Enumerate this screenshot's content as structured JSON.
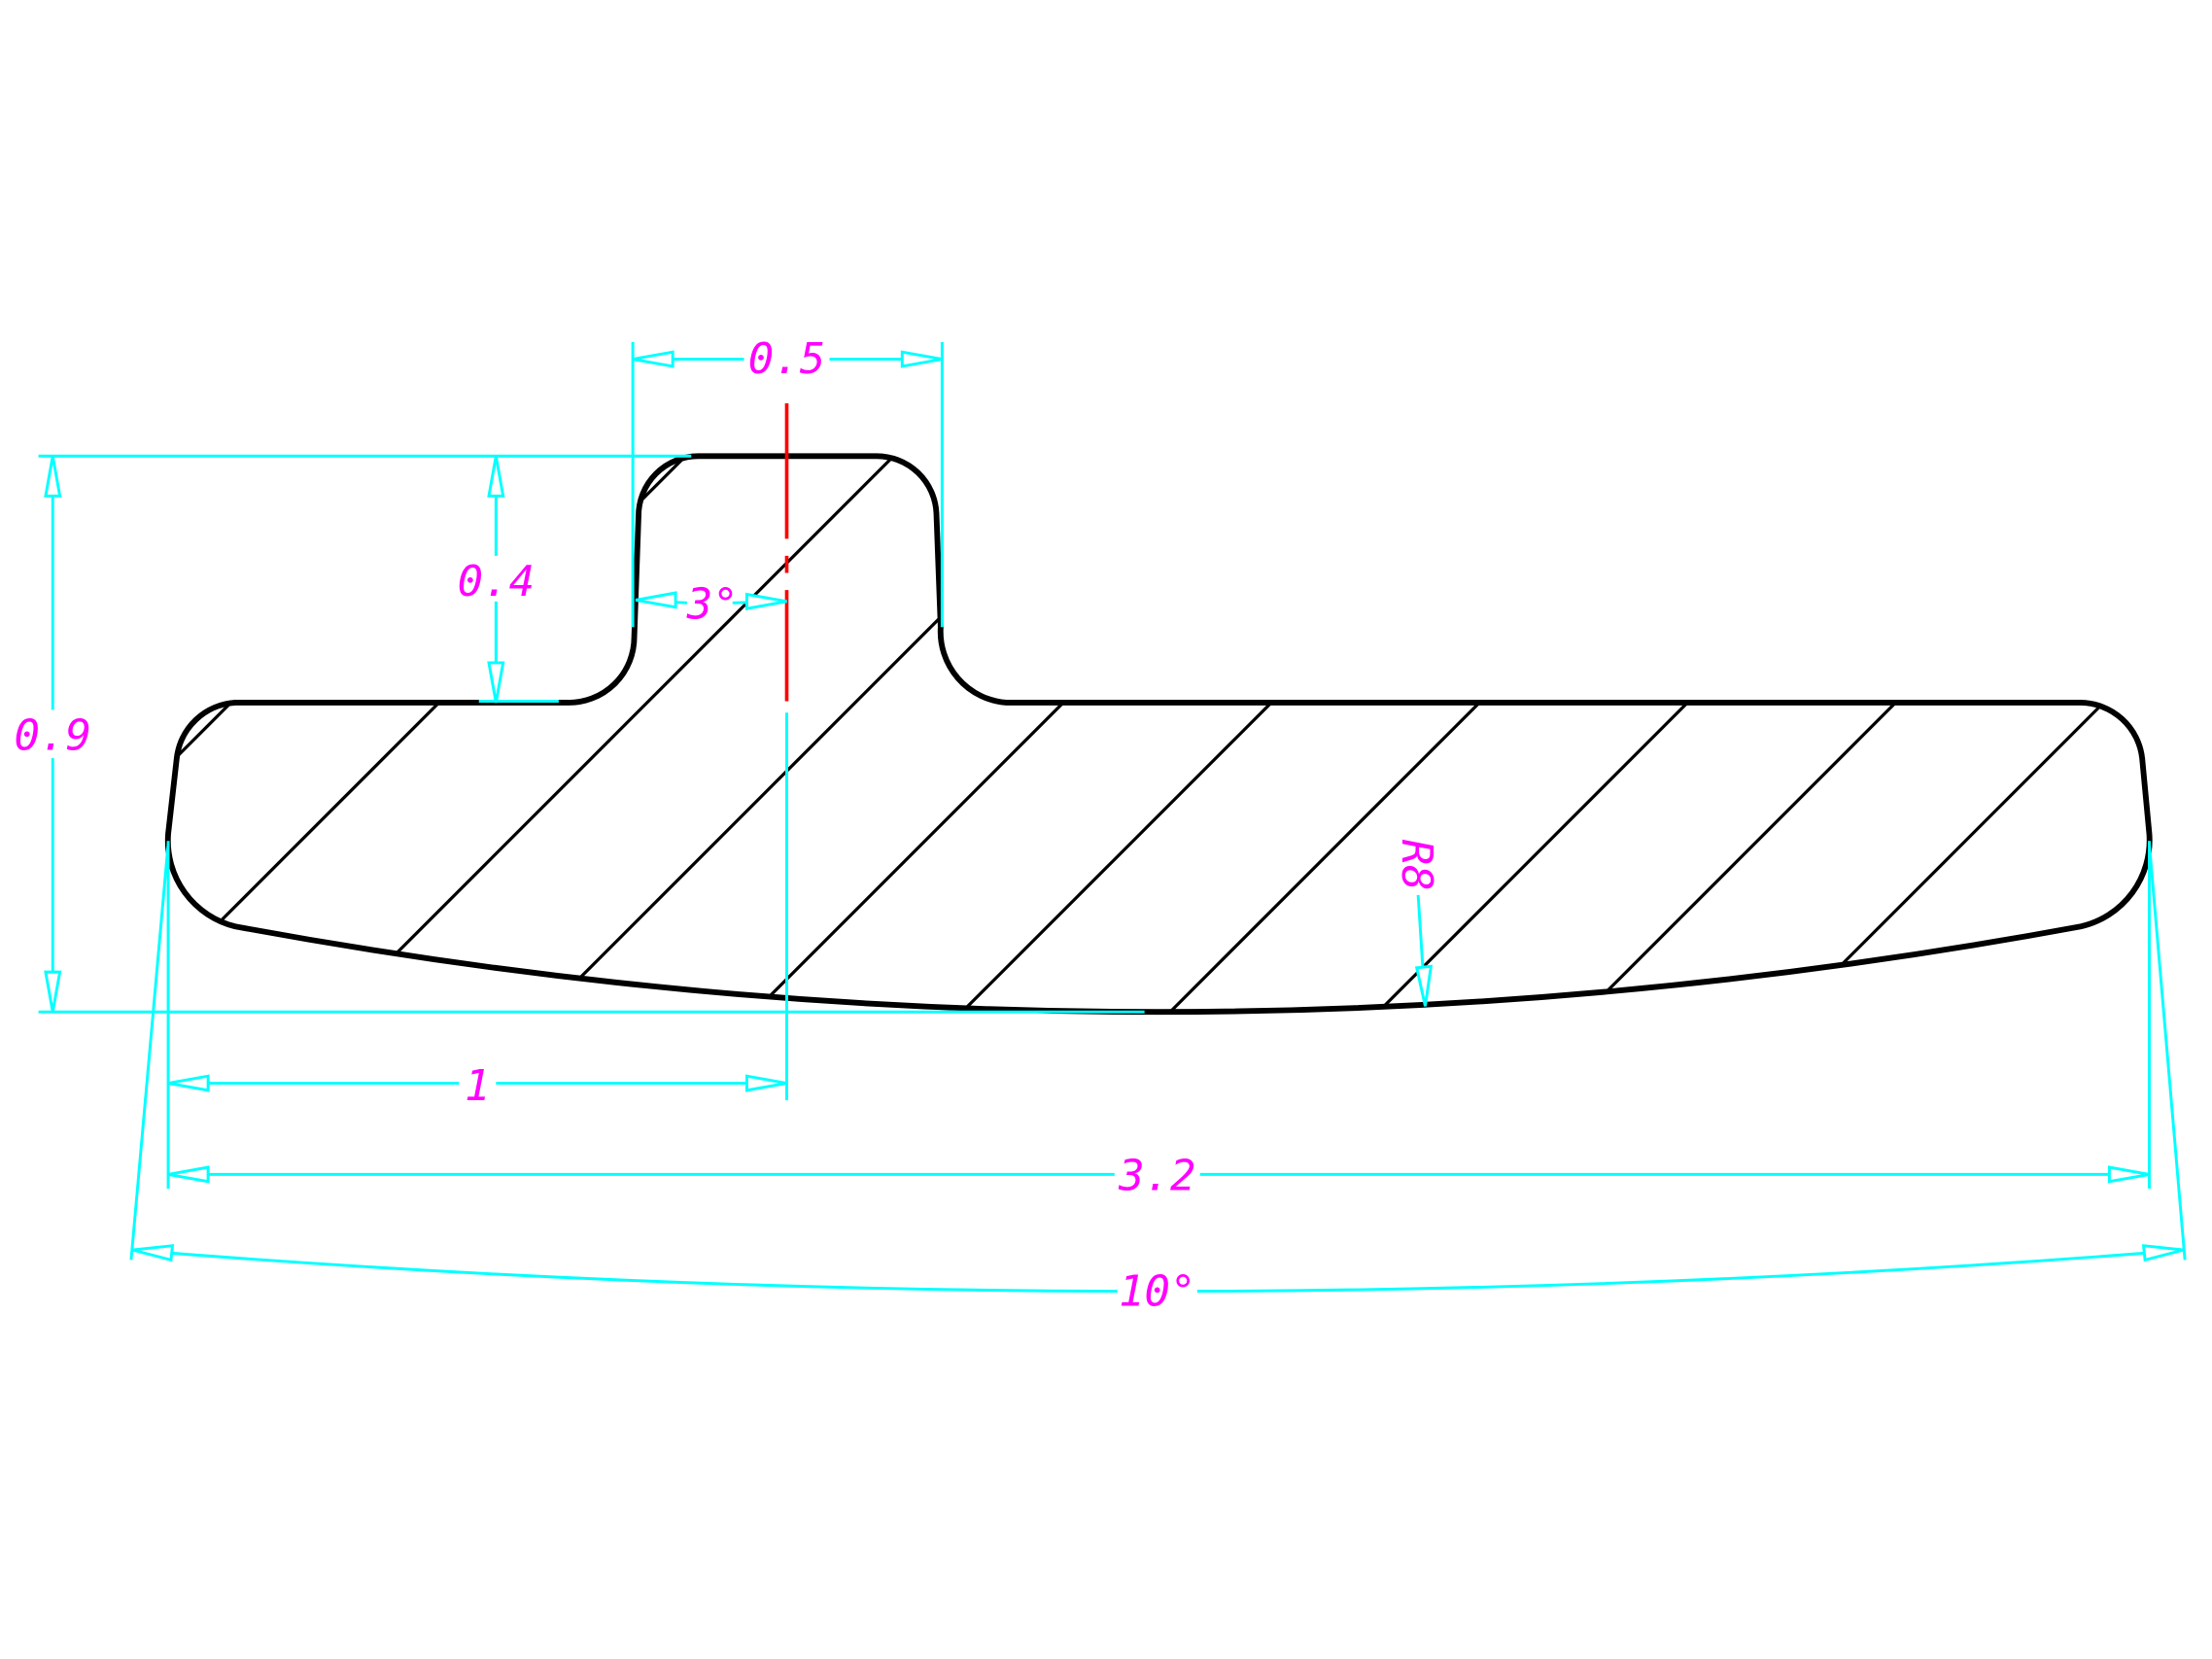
{
  "drawing": {
    "title": "Cross-section profile with dimensions",
    "colors": {
      "dimension": "#00ffff",
      "text": "#ff00ff",
      "outline": "#000000",
      "centerline": "#ff0000"
    },
    "dimensions": {
      "tab_width": "0.5",
      "total_height": "0.9",
      "tab_height": "0.4",
      "draft_angle": "3°",
      "offset_to_center": "1",
      "overall_width": "3.2",
      "included_angle": "10°",
      "bottom_radius": "R8"
    }
  }
}
